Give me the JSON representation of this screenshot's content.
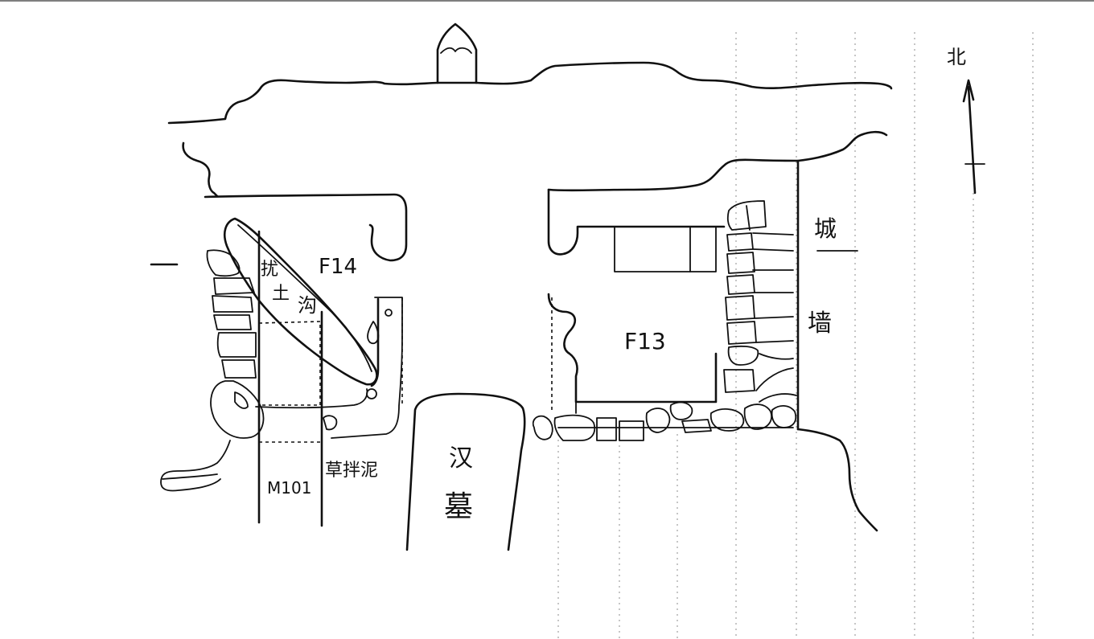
{
  "north_label": "北",
  "features": {
    "f14": "F14",
    "f13": "F13",
    "m101": "M101"
  },
  "annotations": {
    "ditch": [
      "扰",
      "土",
      "沟"
    ],
    "grass_mud": "草拌泥",
    "han_tomb": [
      "汉",
      "墓"
    ],
    "city_wall": [
      "城",
      "墙"
    ]
  }
}
